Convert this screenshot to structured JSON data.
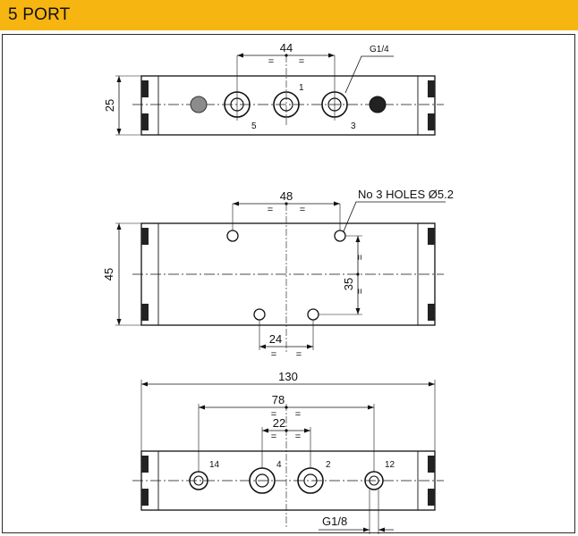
{
  "header": {
    "title": "5 PORT"
  },
  "top_view": {
    "width_dim": "44",
    "height_dim": "25",
    "thread_label": "G1/4",
    "port_labels": {
      "p1": "1",
      "p5": "5",
      "p3": "3"
    }
  },
  "middle_view": {
    "width_dim": "48",
    "height_dim": "45",
    "vertical_dim": "35",
    "bottom_dim": "24",
    "holes_label": "No 3 HOLES Ø5.2"
  },
  "bottom_view": {
    "overall_dim": "130",
    "outer_dim": "78",
    "inner_dim": "22",
    "thread_label": "G1/8",
    "port_labels": {
      "p14": "14",
      "p4": "4",
      "p2": "2",
      "p12": "12"
    }
  },
  "equal_mark": "="
}
